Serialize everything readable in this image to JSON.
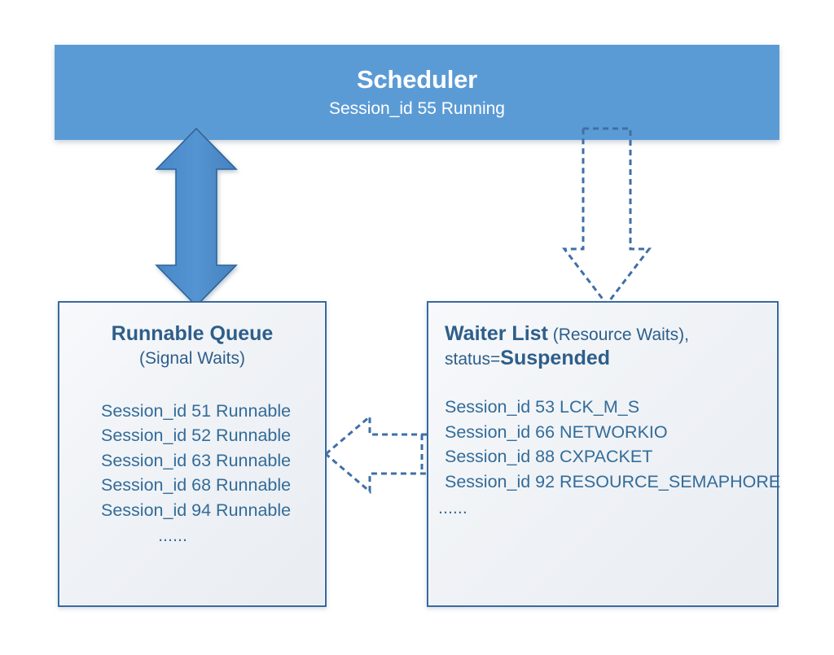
{
  "scheduler": {
    "title": "Scheduler",
    "subtitle": "Session_id 55 Running",
    "color": "#5B9BD5"
  },
  "runnable_queue": {
    "title": "Runnable Queue",
    "subtitle": "(Signal Waits)",
    "items": [
      "Session_id 51 Runnable",
      "Session_id 52 Runnable",
      "Session_id 63 Runnable",
      "Session_id 68 Runnable",
      "Session_id 94 Runnable"
    ],
    "ellipsis": "......"
  },
  "waiter_list": {
    "title_bold": "Waiter List",
    "title_normal": " (Resource Waits),",
    "status_prefix": "status=",
    "status_value": "Suspended",
    "items": [
      "Session_id 53 LCK_M_S",
      "Session_id 66 NETWORKIO",
      "Session_id 88 CXPACKET",
      "Session_id 92 RESOURCE_SEMAPHORE"
    ],
    "ellipsis": "......"
  },
  "arrows": {
    "double_vertical": "double-headed-arrow-scheduler-runnable",
    "dashed_down": "dashed-arrow-scheduler-to-waiter",
    "dashed_left": "dashed-arrow-waiter-to-runnable"
  },
  "colors": {
    "header_blue": "#5B9BD5",
    "arrow_fill": "#4E8CC8",
    "arrow_stroke": "#2E6499",
    "box_border": "#38699E",
    "text_blue": "#2E5E8A",
    "list_blue": "#336C99",
    "dashed_stroke": "#3F6FA6"
  }
}
